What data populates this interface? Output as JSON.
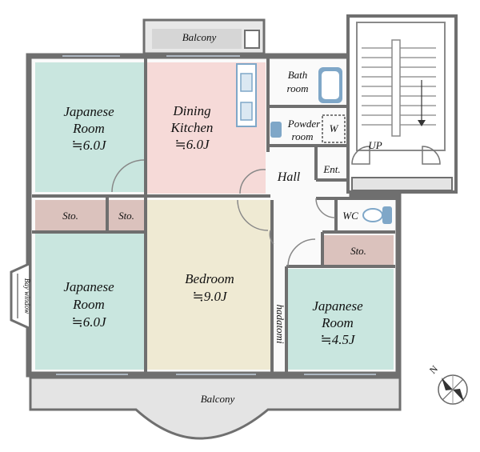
{
  "colors": {
    "japanese_room": "#c9e6df",
    "dining_kitchen": "#f6dad8",
    "bedroom": "#efead3",
    "storage": "#dbc2bd",
    "balcony": "#e4e4e4",
    "fixture": "#7fa7c8",
    "wall": "#6f6f6f"
  },
  "rooms": {
    "japanese_room_nw": {
      "name_line1": "Japanese",
      "name_line2": "Room",
      "size": "≒6.0J"
    },
    "dining_kitchen": {
      "name_line1": "Dining",
      "name_line2": "Kitchen",
      "size": "≒6.0J"
    },
    "japanese_room_sw": {
      "name_line1": "Japanese",
      "name_line2": "Room",
      "size": "≒6.0J"
    },
    "bedroom": {
      "name_line1": "Bedroom",
      "size": "≒9.0J"
    },
    "japanese_room_se": {
      "name_line1": "Japanese",
      "name_line2": "Room",
      "size": "≒4.5J"
    },
    "bath_room": {
      "name_line1": "Bath",
      "name_line2": "room"
    },
    "powder_room": {
      "name_line1": "Powder",
      "name_line2": "room",
      "washer": "W"
    },
    "hall": "Hall",
    "entrance": "Ent.",
    "wc": "WC",
    "storage_west_1": "Sto.",
    "storage_west_2": "Sto.",
    "storage_east": "Sto.",
    "balcony_north": "Balcony",
    "balcony_south": "Balcony",
    "bay_window": "Bay window",
    "hadatomi": "hadatomi",
    "stair_up": "UP"
  },
  "compass": {
    "north_label": "N",
    "icon": "compass-rose-icon"
  }
}
